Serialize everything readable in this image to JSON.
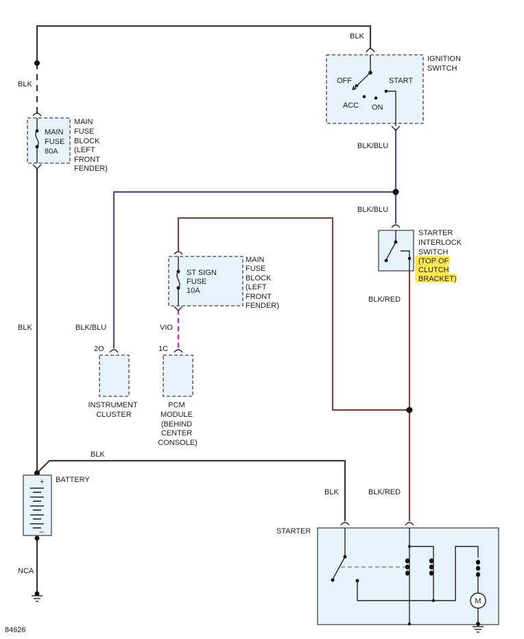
{
  "diagram_id": "84626",
  "wire_colors": {
    "blk": "#3a3a3a",
    "blk_blu": "#4a4f86",
    "blk_red": "#7a4238",
    "vio": "#d81fd0",
    "highlight": "#ffe84d"
  },
  "wire_labels": {
    "blk_top_right": "BLK",
    "blk_left_upper": "BLK",
    "blk_left_lower": "BLK",
    "blk_battery_top": "BLK",
    "blk_starter": "BLK",
    "blk_blu_ign": "BLK/BLU",
    "blk_blu_interlock": "BLK/BLU",
    "blk_blu_cluster": "BLK/BLU",
    "vio": "VIO",
    "blk_red_upper": "BLK/RED",
    "blk_red_lower": "BLK/RED",
    "nca": "NCA"
  },
  "ignition_switch": {
    "label_lines": [
      "IGNITION",
      "SWITCH"
    ],
    "positions": {
      "off": "OFF",
      "start": "START",
      "acc": "ACC",
      "on": "ON"
    }
  },
  "main_fuse_80a": {
    "fuse_lines": [
      "MAIN",
      "FUSE",
      "80A"
    ],
    "block_lines": [
      "MAIN",
      "FUSE",
      "BLOCK",
      "(LEFT",
      "FRONT",
      "FENDER)"
    ]
  },
  "st_sign_fuse": {
    "fuse_lines": [
      "ST SIGN",
      "FUSE",
      "10A"
    ],
    "block_lines": [
      "MAIN",
      "FUSE",
      "BLOCK",
      "(LEFT",
      "FRONT",
      "FENDER)"
    ]
  },
  "starter_interlock": {
    "label_lines": [
      "STARTER",
      "INTERLOCK",
      "SWITCH"
    ],
    "highlight_lines": [
      "(TOP OF",
      "CLUTCH",
      "BRACKET)"
    ]
  },
  "instrument_cluster": {
    "pin": "2O",
    "label_lines": [
      "INSTRUMENT",
      "CLUSTER"
    ]
  },
  "pcm_module": {
    "pin": "1C",
    "label_lines": [
      "PCM",
      "MODULE",
      "(BEHIND",
      "CENTER",
      "CONSOLE)"
    ]
  },
  "battery": {
    "label": "BATTERY",
    "plus": "+",
    "minus": "–"
  },
  "starter": {
    "label": "STARTER",
    "motor": "M"
  }
}
